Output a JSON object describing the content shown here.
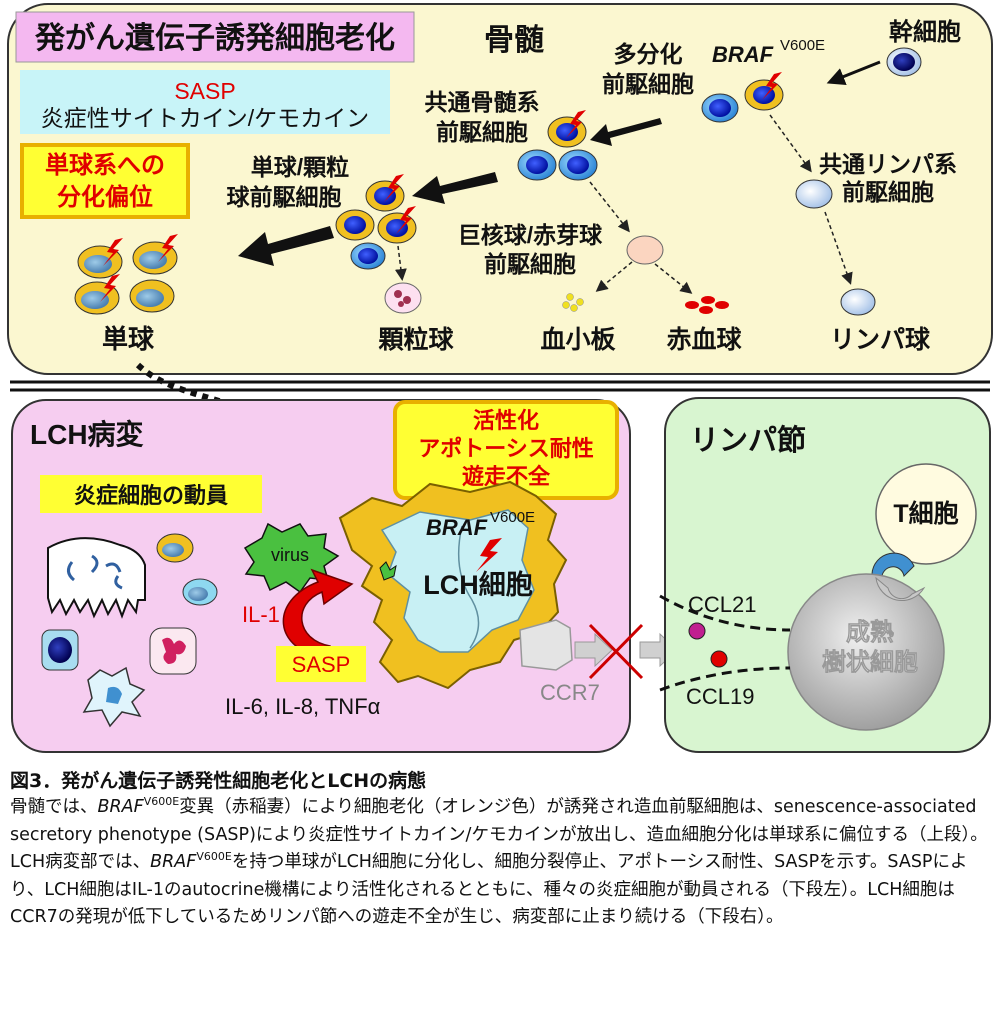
{
  "top": {
    "senescence_title": "発がん遺伝子誘発細胞老化",
    "bone_marrow": "骨髄",
    "sasp": "SASP",
    "cytokine": "炎症性サイトカイン/ケモカイン",
    "skew_line1": "単球系への",
    "skew_line2": "分化偏位",
    "stem_cell": "幹細胞",
    "braf": "BRAF",
    "v600e": "V600E",
    "mpp_line1": "多分化",
    "mpp_line2": "前駆細胞",
    "cmp_line1": "共通骨髄系",
    "cmp_line2": "前駆細胞",
    "clp_line1": "共通リンパ系",
    "clp_line2": "前駆細胞",
    "gmp_line1": "単球/顆粒",
    "gmp_line2": "球前駆細胞",
    "mep_line1": "巨核球/赤芽球",
    "mep_line2": "前駆細胞",
    "monocyte": "単球",
    "granulocyte": "顆粒球",
    "platelet": "血小板",
    "rbc": "赤血球",
    "lymphocyte": "リンパ球"
  },
  "lch": {
    "title": "LCH病変",
    "recruit": "炎症細胞の動員",
    "state_line1": "活性化",
    "state_line2": "アポトーシス耐性",
    "state_line3": "遊走不全",
    "virus": "virus",
    "il1": "IL-1",
    "sasp": "SASP",
    "lch_cell": "LCH細胞",
    "braf": "BRAF",
    "v600e": "V600E",
    "cytokines": "IL-6, IL-8, TNFα",
    "ccr7": "CCR7"
  },
  "lymph": {
    "title": "リンパ節",
    "t_cell": "T細胞",
    "dc_line1": "成熟",
    "dc_line2": "樹状細胞",
    "ccl21": "CCL21",
    "ccl19": "CCL19"
  },
  "caption": {
    "title": "図3．発がん遺伝子誘発性細胞老化とLCHの病態",
    "p1": "骨髄では、",
    "braf": "BRAF",
    "v600e": "V600E",
    "p2": "変異（赤稲妻）により細胞老化（オレンジ色）が誘発され造血前駆細胞は、senescence-associated secretory phenotype (SASP)により炎症性サイトカイン/ケモカインが放出し、造血細胞分化は単球系に偏位する（上段）。LCH病変部では、",
    "p3": "を持つ単球がLCH細胞に分化し、細胞分裂停止、アポトーシス耐性、SASPを示す。SASPにより、LCH細胞はIL-1のautocrine機構により活性化されるとともに、種々の炎症細胞が動員される（下段左）。LCH細胞はCCR7の発現が低下しているためリンパ節への遊走不全が生じ、病変部に止まり続ける（下段右）。"
  },
  "colors": {
    "marrow_bg": "#fbf7d0",
    "lch_bg": "#f6cdf0",
    "lymph_bg": "#d8f5d0",
    "orange": "#f0c020",
    "blue": "#1530c0",
    "red": "#e00000",
    "label_yellow": "#ffff33",
    "label_cyan": "#c8f4f8",
    "label_pink": "#f4b8f0"
  }
}
